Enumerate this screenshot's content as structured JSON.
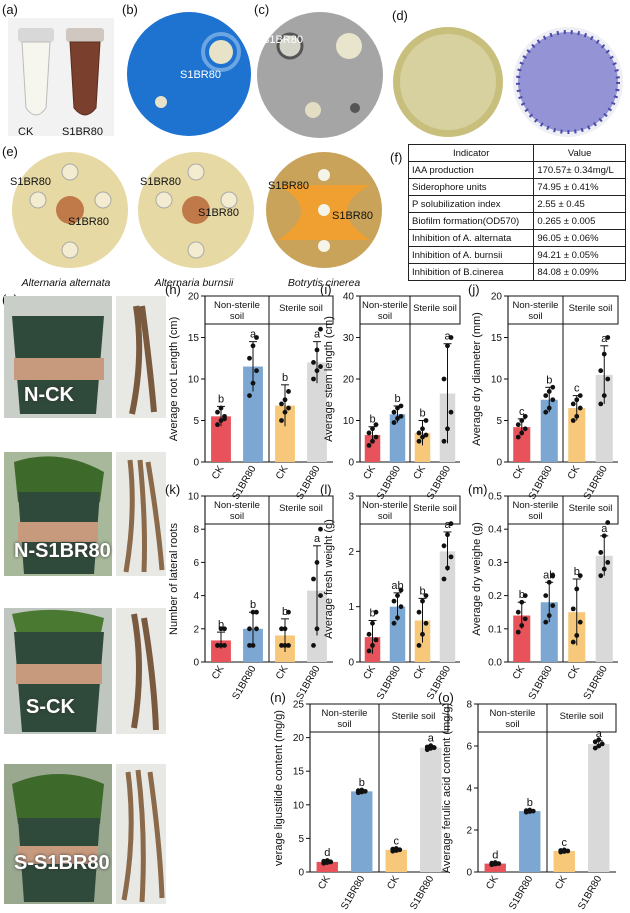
{
  "panels": {
    "a": {
      "label": "(a)",
      "tube_labels": [
        "CK",
        "S1BR80"
      ]
    },
    "b": {
      "label": "(b)",
      "plate_label": "S1BR80"
    },
    "c": {
      "label": "(c)",
      "plate_label": "S1BR80"
    },
    "d": {
      "label": "(d)"
    },
    "e": {
      "label": "(e)",
      "plates": [
        {
          "labels": [
            "S1BR80",
            "S1BR80"
          ],
          "caption": "Alternaria alternata"
        },
        {
          "labels": [
            "S1BR80",
            "S1BR80"
          ],
          "caption": "Alternaria burnsii"
        },
        {
          "labels": [
            "S1BR80",
            "S1BR80"
          ],
          "caption": "Botrytis cinerea"
        }
      ]
    },
    "f": {
      "label": "(f)",
      "header": [
        "Indicator",
        "Value"
      ],
      "rows": [
        [
          "IAA production",
          "170.57± 0.34mg/L"
        ],
        [
          "Siderophore units",
          "74.95 ± 0.41%"
        ],
        [
          "P solubilization index",
          "2.55 ± 0.45"
        ],
        [
          "Biofilm formation(OD570)",
          "0.265 ± 0.005"
        ],
        [
          "Inhibition of A. alternata",
          "96.05 ± 0.06%"
        ],
        [
          "Inhibition of A. burnsii",
          "94.21 ± 0.05%"
        ],
        [
          "Inhibition of B.cinerea",
          "84.08 ± 0.09%"
        ]
      ]
    },
    "g": {
      "label": "(g)",
      "plants": [
        "N-CK",
        "N-S1BR80",
        "S-CK",
        "S-S1BR80"
      ]
    }
  },
  "colors": {
    "CK_ns": "#e8525a",
    "S1BR80_ns": "#7ba7d2",
    "CK_s": "#f7c87a",
    "S1BR80_s": "#d9d9d9"
  },
  "chart_data": [
    {
      "id": "h",
      "label": "(h)",
      "type": "bar",
      "ylabel": "Average root Length (cm)",
      "ylim": [
        0,
        20
      ],
      "yticks": [
        0,
        5,
        10,
        15,
        20
      ],
      "groups": [
        "Non-sterile soil",
        "Sterile soil"
      ],
      "categories": [
        "CK",
        "S1BR80",
        "CK",
        "S1BR80"
      ],
      "values": [
        5.5,
        11.5,
        6.8,
        12.0
      ],
      "errors": [
        1.2,
        3.0,
        2.5,
        2.5
      ],
      "letters": [
        "b",
        "a",
        "b",
        "a"
      ],
      "points": [
        [
          4.5,
          5,
          5.5,
          6,
          6.5,
          5.2
        ],
        [
          8,
          9.5,
          11,
          12.5,
          14,
          15
        ],
        [
          5,
          6,
          6.5,
          7,
          7.5,
          8.5
        ],
        [
          10,
          11,
          11.5,
          12,
          13.5,
          16
        ]
      ]
    },
    {
      "id": "i",
      "label": "(i)",
      "type": "bar",
      "ylabel": "Average stem length (cm)",
      "ylim": [
        0,
        40
      ],
      "yticks": [
        0,
        10,
        20,
        30,
        40
      ],
      "groups": [
        "Non-sterile soil",
        "Sterile soil"
      ],
      "categories": [
        "CK",
        "S1BR80",
        "CK",
        "S1BR80"
      ],
      "values": [
        6.5,
        11.5,
        7.0,
        16.5
      ],
      "errors": [
        2.0,
        2.0,
        3.0,
        12.0
      ],
      "letters": [
        "b",
        "b",
        "b",
        "a"
      ],
      "points": [
        [
          4,
          5,
          6,
          7,
          8,
          9
        ],
        [
          9.5,
          10.5,
          11,
          12,
          13,
          13.5
        ],
        [
          5,
          6,
          6.5,
          7,
          8,
          10
        ],
        [
          5,
          8,
          12,
          20,
          28,
          30
        ]
      ]
    },
    {
      "id": "j",
      "label": "(j)",
      "type": "bar",
      "ylabel": "Average dry diameter (mm)",
      "ylim": [
        0,
        20
      ],
      "yticks": [
        0,
        5,
        10,
        15,
        20
      ],
      "groups": [
        "Non-sterile soil",
        "Sterile soil"
      ],
      "categories": [
        "CK",
        "S1BR80",
        "CK",
        "S1BR80"
      ],
      "values": [
        4.2,
        7.5,
        6.5,
        10.5
      ],
      "errors": [
        1.0,
        1.5,
        1.5,
        3.5
      ],
      "letters": [
        "c",
        "b",
        "c",
        "a"
      ],
      "points": [
        [
          3,
          3.5,
          4,
          4.5,
          5,
          5.5
        ],
        [
          6,
          6.5,
          7.5,
          8,
          8.5,
          9
        ],
        [
          5,
          5.5,
          6.5,
          7,
          7.5,
          8
        ],
        [
          7,
          8,
          10,
          11,
          13,
          15
        ]
      ]
    },
    {
      "id": "k",
      "label": "(k)",
      "type": "bar",
      "ylabel": "Number of lateral roots",
      "ylim": [
        0,
        10
      ],
      "yticks": [
        0,
        2,
        4,
        6,
        8,
        10
      ],
      "groups": [
        "Non-sterile soil",
        "Sterile soil"
      ],
      "categories": [
        "CK",
        "S1BR80",
        "CK",
        "S1BR80"
      ],
      "values": [
        1.3,
        2.0,
        1.6,
        4.3
      ],
      "errors": [
        0.5,
        1.0,
        1.0,
        2.7
      ],
      "letters": [
        "b",
        "b",
        "b",
        "a"
      ],
      "points": [
        [
          1,
          1,
          1,
          1,
          2,
          2
        ],
        [
          1,
          1,
          2,
          2,
          3,
          3
        ],
        [
          1,
          1,
          1,
          2,
          2,
          3
        ],
        [
          1,
          2,
          4,
          5,
          6,
          8
        ]
      ]
    },
    {
      "id": "l",
      "label": "(l)",
      "type": "bar",
      "ylabel": "Average fresh weight (g)",
      "ylim": [
        0,
        3
      ],
      "yticks": [
        0,
        1,
        2,
        3
      ],
      "groups": [
        "Non-sterile soil",
        "Sterile soil"
      ],
      "categories": [
        "CK",
        "S1BR80",
        "CK",
        "S1BR80"
      ],
      "values": [
        0.45,
        1.0,
        0.75,
        2.0
      ],
      "errors": [
        0.3,
        0.25,
        0.4,
        0.35
      ],
      "letters": [
        "b",
        "ab",
        "b",
        "a"
      ],
      "points": [
        [
          0.2,
          0.3,
          0.4,
          0.5,
          0.7,
          0.9
        ],
        [
          0.7,
          0.8,
          1,
          1.1,
          1.2,
          1.3
        ],
        [
          0.3,
          0.5,
          0.7,
          0.9,
          1.1,
          1.2
        ],
        [
          1.5,
          1.7,
          1.9,
          2.1,
          2.3,
          2.5
        ]
      ]
    },
    {
      "id": "m",
      "label": "(m)",
      "type": "bar",
      "ylabel": "Average dry weighe (g)",
      "ylim": [
        0,
        0.5
      ],
      "yticks": [
        0.0,
        0.1,
        0.2,
        0.3,
        0.4,
        0.5
      ],
      "groups": [
        "Non-sterile soil",
        "Sterile soil"
      ],
      "categories": [
        "CK",
        "S1BR80",
        "CK",
        "S1BR80"
      ],
      "values": [
        0.14,
        0.18,
        0.15,
        0.32
      ],
      "errors": [
        0.04,
        0.06,
        0.1,
        0.06
      ],
      "letters": [
        "b",
        "ab",
        "b",
        "a"
      ],
      "points": [
        [
          0.09,
          0.11,
          0.13,
          0.15,
          0.18,
          0.2
        ],
        [
          0.12,
          0.14,
          0.17,
          0.2,
          0.24,
          0.26
        ],
        [
          0.06,
          0.08,
          0.12,
          0.16,
          0.22,
          0.26
        ],
        [
          0.26,
          0.28,
          0.3,
          0.33,
          0.38,
          0.42
        ]
      ]
    },
    {
      "id": "n",
      "label": "(n)",
      "type": "bar",
      "ylabel": "verage ligustilide content (mg/g)",
      "ylim": [
        0,
        25
      ],
      "yticks": [
        0,
        5,
        10,
        15,
        20,
        25
      ],
      "groups": [
        "Non-sterile soil",
        "Sterile soil"
      ],
      "categories": [
        "CK",
        "S1BR80",
        "CK",
        "S1BR80"
      ],
      "values": [
        1.5,
        12.0,
        3.3,
        18.5
      ],
      "errors": [
        0.3,
        0.2,
        0.2,
        0.3
      ],
      "letters": [
        "d",
        "b",
        "c",
        "a"
      ],
      "points": [
        [
          1.3,
          1.4,
          1.5,
          1.6,
          1.7
        ],
        [
          11.8,
          11.9,
          12,
          12.1,
          12.2
        ],
        [
          3.1,
          3.2,
          3.3,
          3.4,
          3.5
        ],
        [
          18.2,
          18.4,
          18.5,
          18.6,
          18.8
        ]
      ]
    },
    {
      "id": "o",
      "label": "(o)",
      "type": "bar",
      "ylabel": "Average ferulic acid content (mg/g)",
      "ylim": [
        0,
        8
      ],
      "yticks": [
        0,
        2,
        4,
        6,
        8
      ],
      "groups": [
        "Non-sterile soil",
        "Sterile soil"
      ],
      "categories": [
        "CK",
        "S1BR80",
        "CK",
        "S1BR80"
      ],
      "values": [
        0.4,
        2.9,
        1.0,
        6.1
      ],
      "errors": [
        0.05,
        0.05,
        0.05,
        0.15
      ],
      "letters": [
        "d",
        "b",
        "c",
        "a"
      ],
      "points": [
        [
          0.35,
          0.38,
          0.4,
          0.42,
          0.45
        ],
        [
          2.85,
          2.88,
          2.9,
          2.92,
          2.95
        ],
        [
          0.95,
          0.98,
          1,
          1.02,
          1.05
        ],
        [
          5.9,
          6,
          6.1,
          6.2,
          6.3
        ]
      ]
    }
  ]
}
